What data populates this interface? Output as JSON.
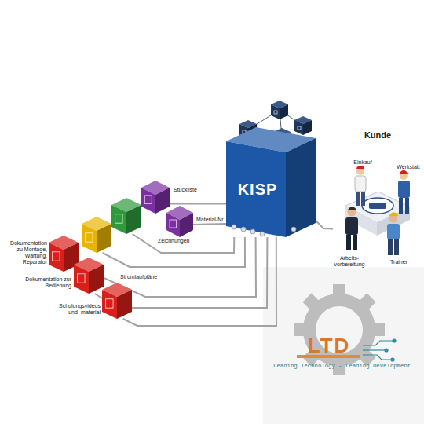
{
  "diagram": {
    "nodes": [
      {
        "text": [
          "Stückliste"
        ]
      },
      {
        "text": [
          "Material-Nr."
        ]
      },
      {
        "text": [
          "Zeichnungen"
        ]
      },
      {
        "text": [
          "Stromlaufpläne"
        ]
      },
      {
        "text": [
          "Dokumentation zu Montage, Wartung, Reparatur"
        ]
      },
      {
        "text": [
          "Dokumentation zur Bedienung"
        ]
      },
      {
        "text": [
          "Schulungsvideos und -material"
        ]
      },
      {
        "text": [
          "KISP"
        ]
      },
      {
        "text": [
          "Kunde"
        ]
      }
    ],
    "edges": [
      {
        "from": 0,
        "to": 7,
        "arrow": "none"
      },
      {
        "from": 1,
        "to": 7,
        "arrow": "none"
      },
      {
        "from": 2,
        "to": 7,
        "arrow": "none"
      },
      {
        "from": 3,
        "to": 7,
        "arrow": "none"
      },
      {
        "from": 4,
        "to": 7,
        "arrow": "none"
      },
      {
        "from": 5,
        "to": 7,
        "arrow": "none"
      },
      {
        "from": 6,
        "to": 7,
        "arrow": "none"
      },
      {
        "from": 7,
        "to": 8,
        "arrow": "none"
      }
    ],
    "labels": [
      "Einkauf",
      "Werkstatt",
      "Arbeits- vorbereitung",
      "Trainer",
      "LTD",
      "Leading Technology - Leading Development"
    ]
  }
}
